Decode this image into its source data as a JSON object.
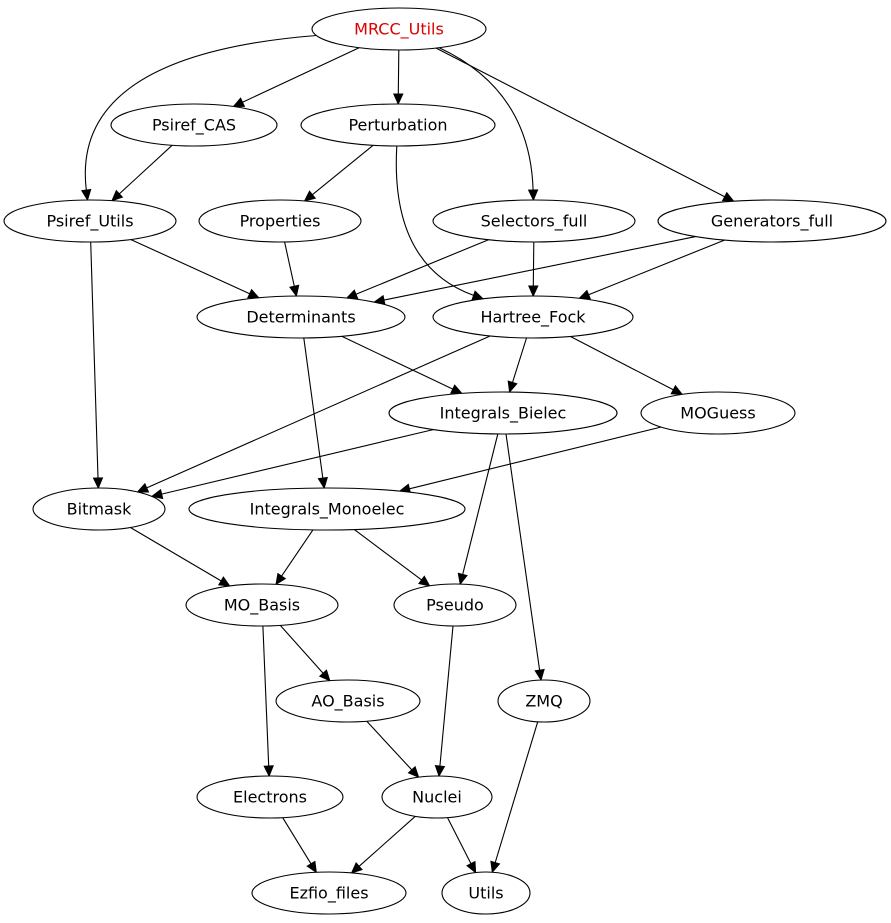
{
  "graph": {
    "nodes": [
      {
        "id": "mrcc_utils",
        "label": "MRCC_Utils",
        "root": true
      },
      {
        "id": "psiref_cas",
        "label": "Psiref_CAS"
      },
      {
        "id": "perturbation",
        "label": "Perturbation"
      },
      {
        "id": "psiref_utils",
        "label": "Psiref_Utils"
      },
      {
        "id": "properties",
        "label": "Properties"
      },
      {
        "id": "selectors_full",
        "label": "Selectors_full"
      },
      {
        "id": "generators_full",
        "label": "Generators_full"
      },
      {
        "id": "determinants",
        "label": "Determinants"
      },
      {
        "id": "hartree_fock",
        "label": "Hartree_Fock"
      },
      {
        "id": "integrals_bielec",
        "label": "Integrals_Bielec"
      },
      {
        "id": "moguess",
        "label": "MOGuess"
      },
      {
        "id": "bitmask",
        "label": "Bitmask"
      },
      {
        "id": "integrals_monoelec",
        "label": "Integrals_Monoelec"
      },
      {
        "id": "mo_basis",
        "label": "MO_Basis"
      },
      {
        "id": "pseudo",
        "label": "Pseudo"
      },
      {
        "id": "ao_basis",
        "label": "AO_Basis"
      },
      {
        "id": "zmq",
        "label": "ZMQ"
      },
      {
        "id": "electrons",
        "label": "Electrons"
      },
      {
        "id": "nuclei",
        "label": "Nuclei"
      },
      {
        "id": "ezfio_files",
        "label": "Ezfio_files"
      },
      {
        "id": "utils",
        "label": "Utils"
      }
    ],
    "edges": [
      [
        "mrcc_utils",
        "psiref_cas"
      ],
      [
        "mrcc_utils",
        "perturbation"
      ],
      [
        "mrcc_utils",
        "psiref_utils"
      ],
      [
        "mrcc_utils",
        "selectors_full"
      ],
      [
        "mrcc_utils",
        "generators_full"
      ],
      [
        "psiref_cas",
        "psiref_utils"
      ],
      [
        "perturbation",
        "properties"
      ],
      [
        "perturbation",
        "hartree_fock"
      ],
      [
        "psiref_utils",
        "determinants"
      ],
      [
        "psiref_utils",
        "bitmask"
      ],
      [
        "properties",
        "determinants"
      ],
      [
        "selectors_full",
        "determinants"
      ],
      [
        "selectors_full",
        "hartree_fock"
      ],
      [
        "generators_full",
        "determinants"
      ],
      [
        "generators_full",
        "hartree_fock"
      ],
      [
        "determinants",
        "integrals_bielec"
      ],
      [
        "determinants",
        "integrals_monoelec"
      ],
      [
        "hartree_fock",
        "integrals_bielec"
      ],
      [
        "hartree_fock",
        "moguess"
      ],
      [
        "hartree_fock",
        "bitmask"
      ],
      [
        "integrals_bielec",
        "bitmask"
      ],
      [
        "integrals_bielec",
        "pseudo"
      ],
      [
        "integrals_bielec",
        "zmq"
      ],
      [
        "moguess",
        "integrals_monoelec"
      ],
      [
        "bitmask",
        "mo_basis"
      ],
      [
        "integrals_monoelec",
        "mo_basis"
      ],
      [
        "integrals_monoelec",
        "pseudo"
      ],
      [
        "mo_basis",
        "ao_basis"
      ],
      [
        "mo_basis",
        "electrons"
      ],
      [
        "pseudo",
        "nuclei"
      ],
      [
        "ao_basis",
        "nuclei"
      ],
      [
        "zmq",
        "utils"
      ],
      [
        "electrons",
        "ezfio_files"
      ],
      [
        "nuclei",
        "ezfio_files"
      ],
      [
        "nuclei",
        "utils"
      ]
    ],
    "colors": {
      "root_label": "#dd0000",
      "label": "#000000",
      "stroke": "#000000",
      "background": "#ffffff"
    }
  }
}
